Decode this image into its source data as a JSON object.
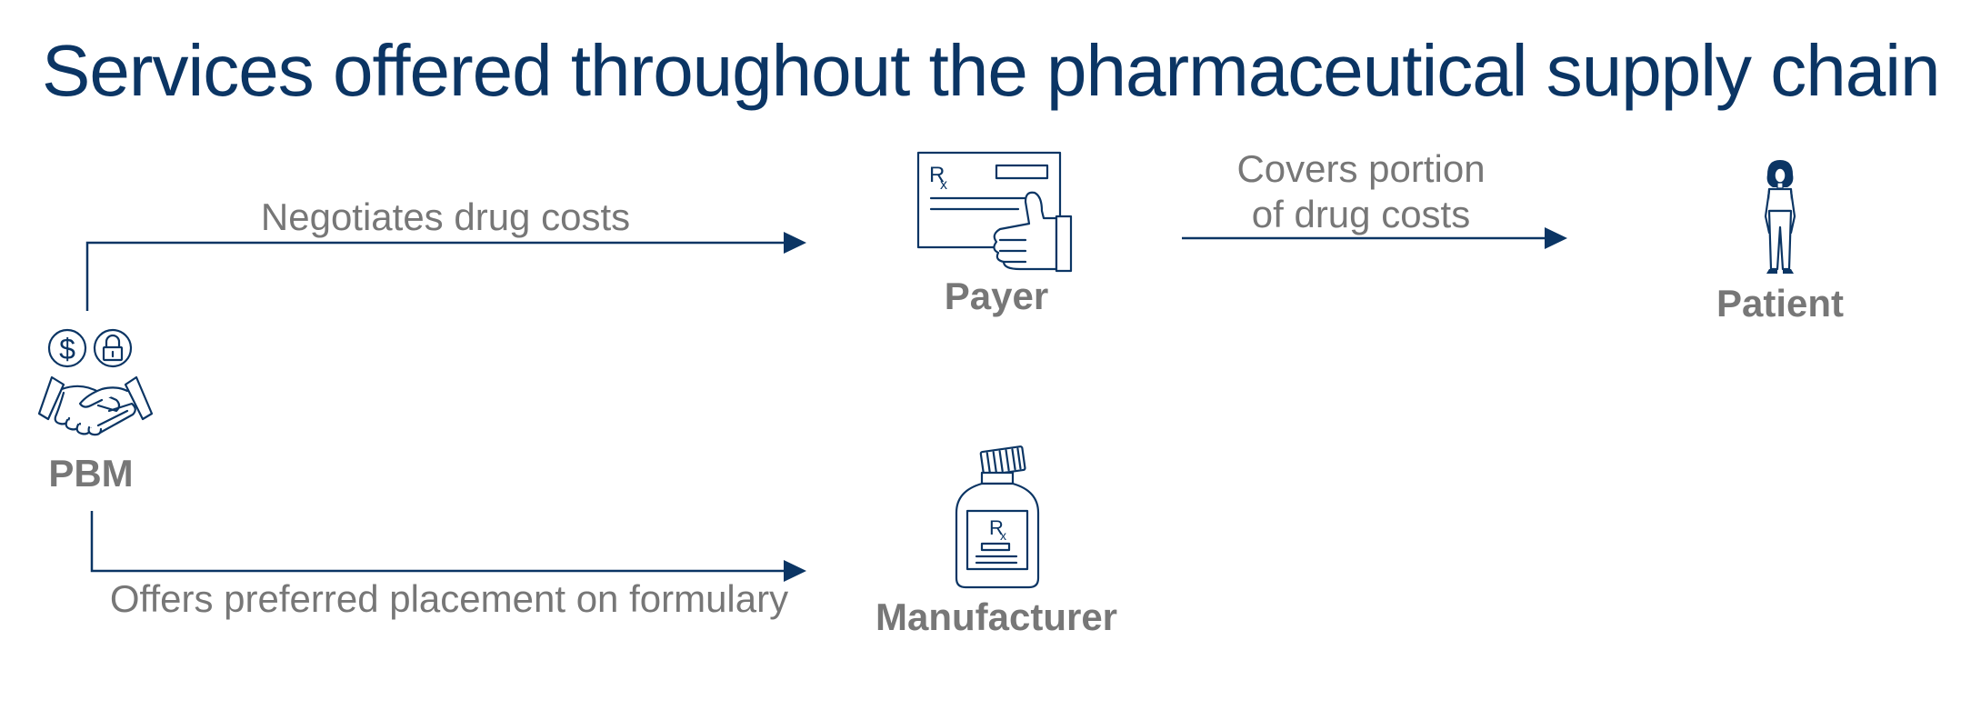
{
  "title": "Services offered throughout the pharmaceutical supply chain",
  "nodes": {
    "pbm": "PBM",
    "payer": "Payer",
    "patient": "Patient",
    "manufacturer": "Manufacturer"
  },
  "edges": {
    "pbm_to_payer": "Negotiates drug costs",
    "payer_to_patient_line1": "Covers portion",
    "payer_to_patient_line2": "of drug costs",
    "pbm_to_manufacturer": "Offers preferred placement on formulary"
  },
  "icon_text": {
    "rx_symbol_r": "R",
    "rx_symbol_x": "x",
    "dollar": "$"
  },
  "colors": {
    "accent": "#0b3564",
    "label": "#777777"
  },
  "icons": {
    "pbm": "handshake-icon",
    "pbm_badges": [
      "dollar-icon",
      "lock-icon"
    ],
    "payer": "insurance-card-thumbs-up-icon",
    "patient": "woman-figure-icon",
    "manufacturer": "medicine-bottle-icon"
  }
}
